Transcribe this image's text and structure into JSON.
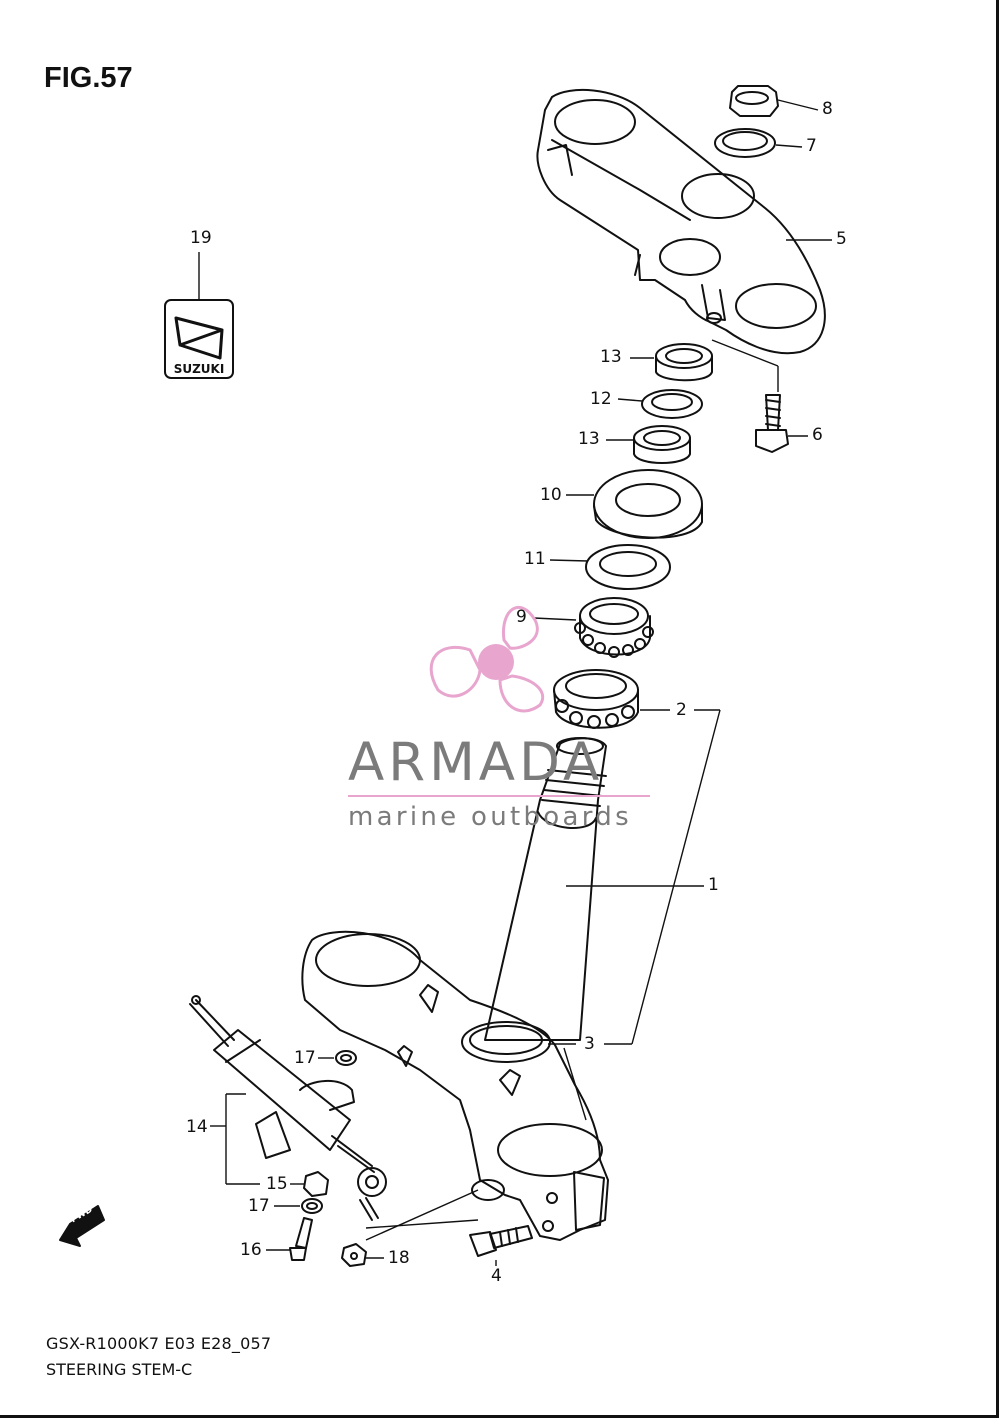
{
  "figure": {
    "title": "FIG.57"
  },
  "callouts": [
    {
      "id": "1",
      "label": "1"
    },
    {
      "id": "2",
      "label": "2"
    },
    {
      "id": "3",
      "label": "3"
    },
    {
      "id": "4",
      "label": "4"
    },
    {
      "id": "5",
      "label": "5"
    },
    {
      "id": "6",
      "label": "6"
    },
    {
      "id": "7",
      "label": "7"
    },
    {
      "id": "8",
      "label": "8"
    },
    {
      "id": "9",
      "label": "9"
    },
    {
      "id": "10",
      "label": "10"
    },
    {
      "id": "11",
      "label": "11"
    },
    {
      "id": "12",
      "label": "12"
    },
    {
      "id": "13a",
      "label": "13"
    },
    {
      "id": "13b",
      "label": "13"
    },
    {
      "id": "14",
      "label": "14"
    },
    {
      "id": "15",
      "label": "15"
    },
    {
      "id": "16",
      "label": "16"
    },
    {
      "id": "17a",
      "label": "17"
    },
    {
      "id": "17b",
      "label": "17"
    },
    {
      "id": "18",
      "label": "18"
    },
    {
      "id": "19",
      "label": "19"
    }
  ],
  "emblem": {
    "text": "SUZUKI"
  },
  "forward_marker": {
    "text": "FWD"
  },
  "watermark": {
    "brand": "ARMADA",
    "tagline": "marine outboards",
    "accent_color": "#e8a6cf"
  },
  "footer": {
    "model_code": "GSX-R1000K7 E03 E28_057",
    "section_name": "STEERING STEM-C"
  }
}
